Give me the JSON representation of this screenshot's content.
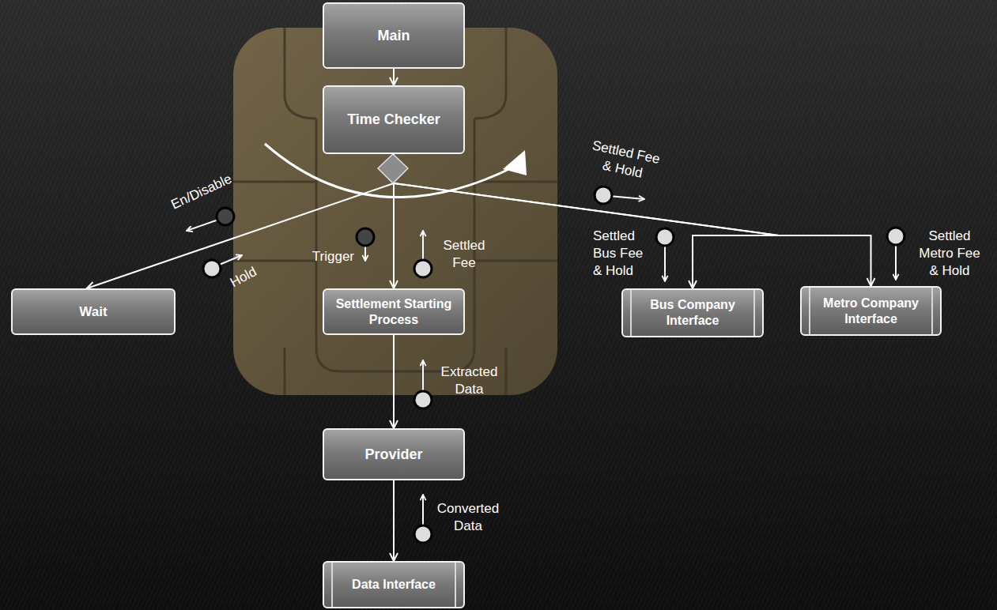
{
  "diagram": {
    "nodes": [
      {
        "text": [
          "Main"
        ]
      },
      {
        "text": [
          "Time Checker"
        ]
      },
      {
        "text": [
          "Wait"
        ]
      },
      {
        "text": [
          "Settlement Starting Process"
        ]
      },
      {
        "text": [
          "Bus Company Interface"
        ]
      },
      {
        "text": [
          "Metro Company Interface"
        ]
      },
      {
        "text": [
          "Provider"
        ]
      },
      {
        "text": [
          "Data Interface"
        ]
      }
    ],
    "edges": [
      {
        "from": 0,
        "to": 1,
        "arrow": "to"
      },
      {
        "from": 1,
        "to": 2,
        "arrow": "to"
      },
      {
        "from": 1,
        "to": 3,
        "arrow": "to"
      },
      {
        "from": 1,
        "to": 4,
        "arrow": "to"
      },
      {
        "from": 1,
        "to": 5,
        "arrow": "to"
      },
      {
        "from": 3,
        "to": 6,
        "arrow": "to"
      },
      {
        "from": 6,
        "to": 7,
        "arrow": "to"
      }
    ],
    "labels": [
      "En/Disable",
      "Hold",
      "Trigger",
      "Settled Fee",
      "Settled Fee & Hold",
      "Settled Bus Fee & Hold",
      "Settled Metro Fee & Hold",
      "Extracted Data",
      "Converted Data"
    ]
  }
}
